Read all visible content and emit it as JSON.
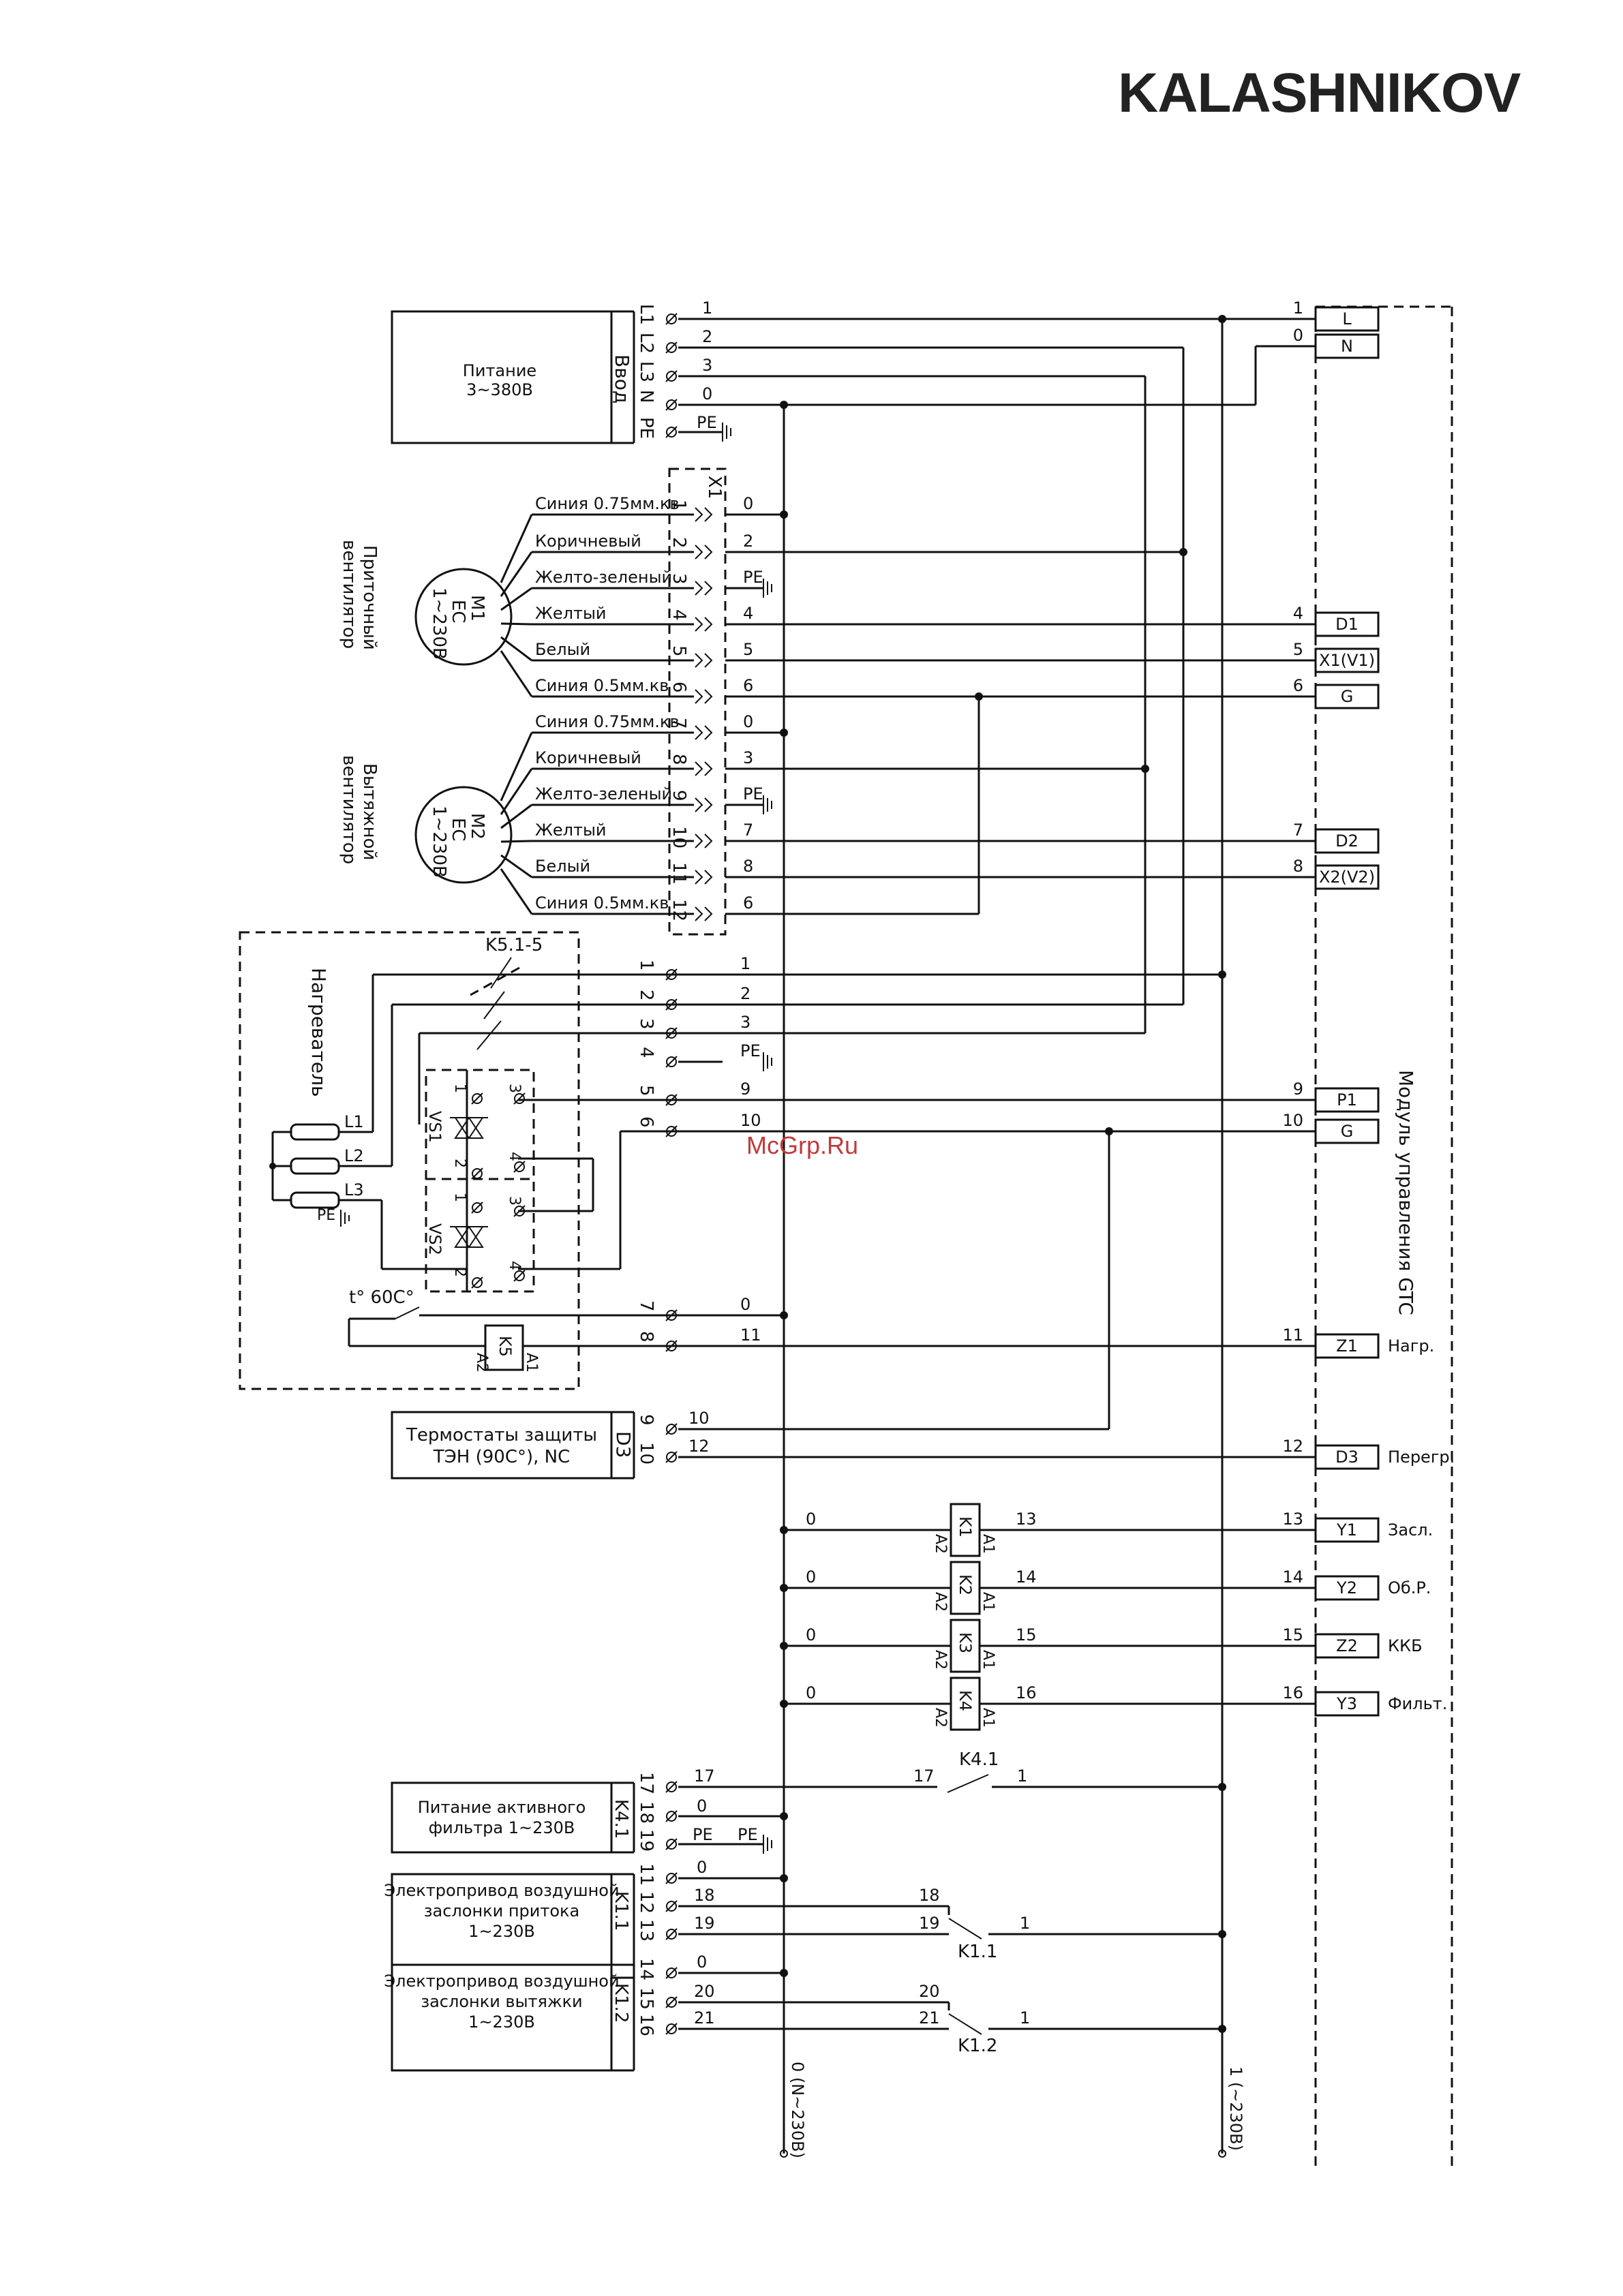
{
  "brand": "KALASHNIKOV",
  "watermark": "McGrp.Ru",
  "power_block": {
    "title_line1": "Питание",
    "title_line2": "3~380В",
    "tag": "Ввод",
    "terminals": [
      "L1",
      "L2",
      "L3",
      "N",
      "PE"
    ],
    "wires": [
      "1",
      "2",
      "3",
      "0"
    ],
    "pe": "PE"
  },
  "connector": {
    "name": "X1",
    "pins": [
      "1",
      "2",
      "3",
      "4",
      "5",
      "6",
      "7",
      "8",
      "9",
      "10",
      "11",
      "12"
    ]
  },
  "fan_supply": {
    "name_line1": "Приточный",
    "name_line2": "вентилятор",
    "motor_line1": "M1",
    "motor_line2": "EC",
    "motor_line3": "1~230В",
    "wires": [
      {
        "label": "Синия 0.75мм.кв",
        "num": "0"
      },
      {
        "label": "Коричневый",
        "num": "2"
      },
      {
        "label": "Желто-зеленый",
        "num": "PE"
      },
      {
        "label": "Желтый",
        "num": "4"
      },
      {
        "label": "Белый",
        "num": "5"
      },
      {
        "label": "Синия 0.5мм.кв",
        "num": "6"
      }
    ]
  },
  "fan_exhaust": {
    "name_line1": "Вытяжной",
    "name_line2": "вентилятор",
    "motor_line1": "M2",
    "motor_line2": "EC",
    "motor_line3": "1~230В",
    "wires": [
      {
        "label": "Синия 0.75мм.кв",
        "num": "0"
      },
      {
        "label": "Коричневый",
        "num": "3"
      },
      {
        "label": "Желто-зеленый",
        "num": "PE"
      },
      {
        "label": "Желтый",
        "num": "7"
      },
      {
        "label": "Белый",
        "num": "8"
      },
      {
        "label": "Синия 0.5мм.кв",
        "num": "6"
      }
    ]
  },
  "heater": {
    "name": "Нагреватель",
    "contactor": "K5.1-5",
    "coil": "K5",
    "coil_a1": "A1",
    "coil_a2": "A2",
    "thermostat": "t° 60С°",
    "triac1": "VS1",
    "triac2": "VS2",
    "coils": [
      "L1",
      "L2",
      "L3"
    ],
    "pe": "PE",
    "terminals": [
      "1",
      "2",
      "3",
      "4",
      "5",
      "6",
      "7",
      "8"
    ],
    "wires": [
      "1",
      "2",
      "3",
      "PE",
      "9",
      "10",
      "0",
      "11"
    ],
    "triac_pins": [
      "1",
      "2",
      "3",
      "4"
    ]
  },
  "thermostats": {
    "line1": "Термостаты защиты",
    "line2": "ТЭН (90С°), NC",
    "tag": "D3",
    "terminals": [
      "9",
      "10"
    ],
    "wires": [
      "10",
      "12"
    ]
  },
  "relays": [
    {
      "name": "K1",
      "left": "0",
      "right": "13",
      "a1": "A1",
      "a2": "A2"
    },
    {
      "name": "K2",
      "left": "0",
      "right": "14",
      "a1": "A1",
      "a2": "A2"
    },
    {
      "name": "K3",
      "left": "0",
      "right": "15",
      "a1": "A1",
      "a2": "A2"
    },
    {
      "name": "K4",
      "left": "0",
      "right": "16",
      "a1": "A1",
      "a2": "A2"
    }
  ],
  "filter_block": {
    "line1": "Питание активного",
    "line2": "фильтра 1~230В",
    "tag": "K4.1",
    "terminals": [
      "17",
      "18",
      "19"
    ],
    "wires": [
      "17",
      "0",
      "PE"
    ],
    "pe": "PE",
    "switch": "K4.1",
    "switch_in": "17",
    "switch_out": "1"
  },
  "damper_supply": {
    "line1": "Электропривод воздушной",
    "line2": "заслонки притока",
    "line3": "1~230В",
    "tag": "K1.1",
    "terminals": [
      "11",
      "12",
      "13"
    ],
    "wires": [
      "0",
      "18",
      "19"
    ],
    "switch": "K1.1",
    "switch_in1": "18",
    "switch_in2": "19",
    "switch_out": "1"
  },
  "damper_exhaust": {
    "line1": "Электропривод воздушной",
    "line2": "заслонки вытяжки",
    "line3": "1~230В",
    "tag": "K1.2",
    "terminals": [
      "14",
      "15",
      "16"
    ],
    "wires": [
      "0",
      "20",
      "21"
    ],
    "switch": "K1.2",
    "switch_in1": "20",
    "switch_in2": "21",
    "switch_out": "1"
  },
  "buses": {
    "neutral": "0 (N~230В)",
    "phase": "1 (~230В)"
  },
  "module": {
    "title": "Модуль управления GTC",
    "terminals": [
      {
        "wire": "1",
        "name": "L",
        "note": ""
      },
      {
        "wire": "0",
        "name": "N",
        "note": ""
      },
      {
        "wire": "4",
        "name": "D1",
        "note": ""
      },
      {
        "wire": "5",
        "name": "X1(V1)",
        "note": ""
      },
      {
        "wire": "6",
        "name": "G",
        "note": ""
      },
      {
        "wire": "7",
        "name": "D2",
        "note": ""
      },
      {
        "wire": "8",
        "name": "X2(V2)",
        "note": ""
      },
      {
        "wire": "9",
        "name": "P1",
        "note": ""
      },
      {
        "wire": "10",
        "name": "G",
        "note": ""
      },
      {
        "wire": "11",
        "name": "Z1",
        "note": "Нагр."
      },
      {
        "wire": "12",
        "name": "D3",
        "note": "Перегр."
      },
      {
        "wire": "13",
        "name": "Y1",
        "note": "Засл."
      },
      {
        "wire": "14",
        "name": "Y2",
        "note": "Об.Р."
      },
      {
        "wire": "15",
        "name": "Z2",
        "note": "ККБ"
      },
      {
        "wire": "16",
        "name": "Y3",
        "note": "Фильт."
      }
    ]
  }
}
